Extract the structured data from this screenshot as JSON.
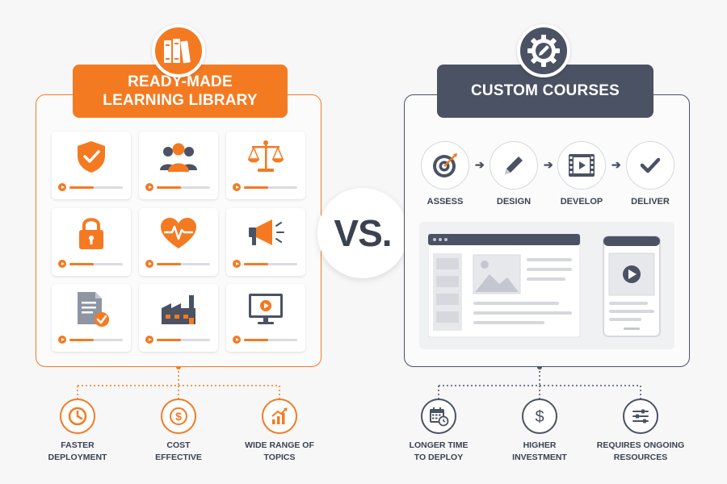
{
  "left": {
    "header_line1": "READY-MADE",
    "header_line2": "LEARNING LIBRARY",
    "badge_icon": "books-icon",
    "tiles": [
      {
        "icon": "shield-check-icon",
        "progress": 0.45
      },
      {
        "icon": "team-icon",
        "progress": 0.45
      },
      {
        "icon": "scales-icon",
        "progress": 0.45
      },
      {
        "icon": "lock-icon",
        "progress": 0.45
      },
      {
        "icon": "heartbeat-icon",
        "progress": 0.45
      },
      {
        "icon": "megaphone-icon",
        "progress": 0.45
      },
      {
        "icon": "document-check-icon",
        "progress": 0.45
      },
      {
        "icon": "factory-icon",
        "progress": 0.45
      },
      {
        "icon": "video-monitor-icon",
        "progress": 0.45
      }
    ],
    "benefits": [
      {
        "line1": "FASTER",
        "line2": "DEPLOYMENT",
        "icon": "clock-icon"
      },
      {
        "line1": "COST",
        "line2": "EFFECTIVE",
        "icon": "dollar-icon"
      },
      {
        "line1": "WIDE RANGE OF",
        "line2": "TOPICS",
        "icon": "growth-chart-icon"
      }
    ]
  },
  "vs": "VS.",
  "right": {
    "header": "CUSTOM COURSES",
    "badge_icon": "gear-pencil-icon",
    "steps": [
      {
        "label": "ASSESS",
        "icon": "target-icon"
      },
      {
        "label": "DESIGN",
        "icon": "pencil-icon"
      },
      {
        "label": "DEVELOP",
        "icon": "film-play-icon"
      },
      {
        "label": "DELIVER",
        "icon": "checkmark-icon"
      }
    ],
    "drawbacks": [
      {
        "line1": "LONGER TIME",
        "line2": "TO DEPLOY",
        "icon": "calendar-clock-icon"
      },
      {
        "line1": "HIGHER",
        "line2": "INVESTMENT",
        "icon": "dollar-icon"
      },
      {
        "line1": "REQUIRES ONGOING",
        "line2": "RESOURCES",
        "icon": "sliders-icon"
      }
    ]
  },
  "colors": {
    "orange": "#f47a22",
    "slate": "#4a5263",
    "light": "#d9dbe0"
  }
}
